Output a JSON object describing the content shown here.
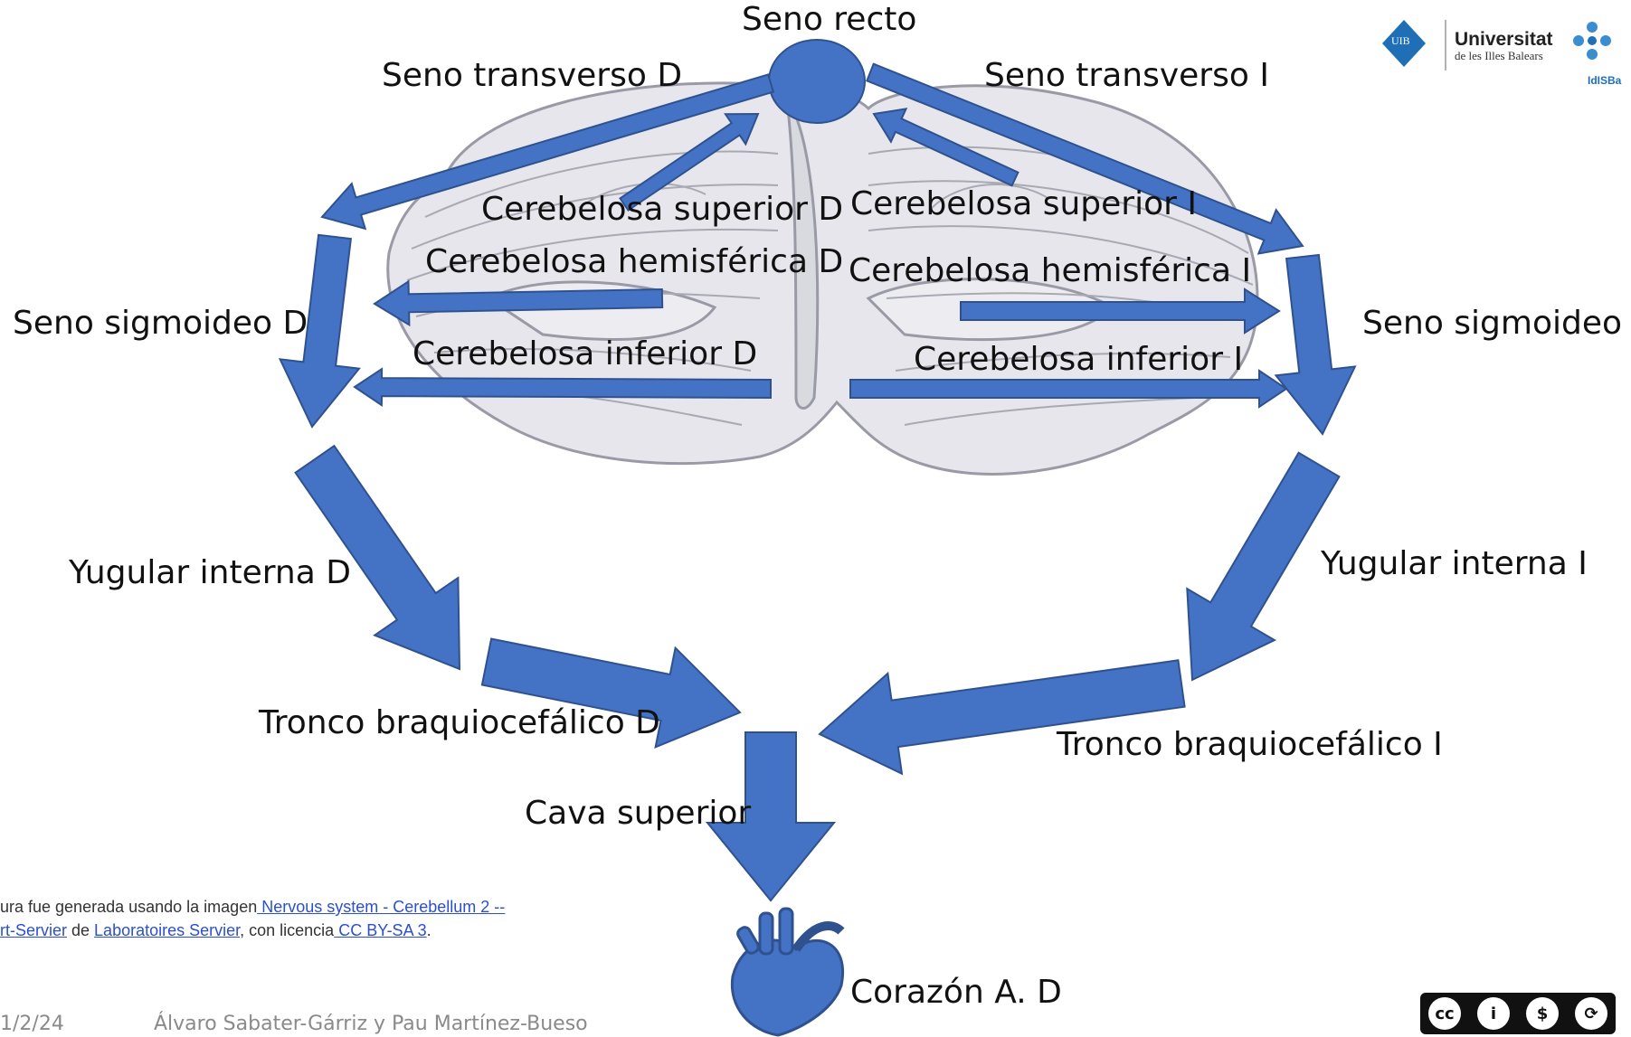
{
  "labels": {
    "seno_recto": "Seno recto",
    "seno_transverso_d": "Seno transverso D",
    "seno_transverso_i": "Seno transverso I",
    "cerebelosa_superior_d": "Cerebelosa superior D",
    "cerebelosa_superior_i": "Cerebelosa superior I",
    "cerebelosa_hemisferica_d": "Cerebelosa hemisférica D",
    "cerebelosa_hemisferica_i": "Cerebelosa hemisférica I",
    "cerebelosa_inferior_d": "Cerebelosa inferior D",
    "cerebelosa_inferior_i": "Cerebelosa inferior I",
    "seno_sigmoideo_d": "Seno sigmoideo D",
    "seno_sigmoideo_i": "Seno sigmoideo I",
    "yugular_interna_d": "Yugular interna D",
    "yugular_interna_i": "Yugular interna I",
    "tronco_braquiocefalico_d": "Tronco braquiocefálico D",
    "tronco_braquiocefalico_i": "Tronco braquiocefálico I",
    "cava_superior": "Cava superior",
    "corazon": "Corazón A. D"
  },
  "credit": {
    "line1_text": "ura fue generada usando la imagen",
    "line1_link": " Nervous  system  -  Cerebellum  2  --",
    "line2_link1": "rt-Servier",
    "line2_mid": " de ",
    "line2_link2": "Laboratoires Servier",
    "line2_mid2": ", con licencia",
    "line2_link3": " CC BY-SA 3",
    "line2_end": "."
  },
  "footer": {
    "date": "1/2/24",
    "authors": "Álvaro Sabater-Gárriz y Pau Martínez-Bueso"
  },
  "logos": {
    "uib_seal": "UIB",
    "university_name": "Universitat",
    "university_sub": "de les Illes Balears",
    "idisba": "IdISBa"
  },
  "license": {
    "cc": "cc",
    "by": "i",
    "nc": "$",
    "sa": "⟳"
  },
  "colors": {
    "arrow_fill": "#4472c4",
    "arrow_stroke": "#2f528f",
    "cerebellum_fill": "#e4e4ea",
    "cerebellum_line": "#9a9aa6"
  }
}
